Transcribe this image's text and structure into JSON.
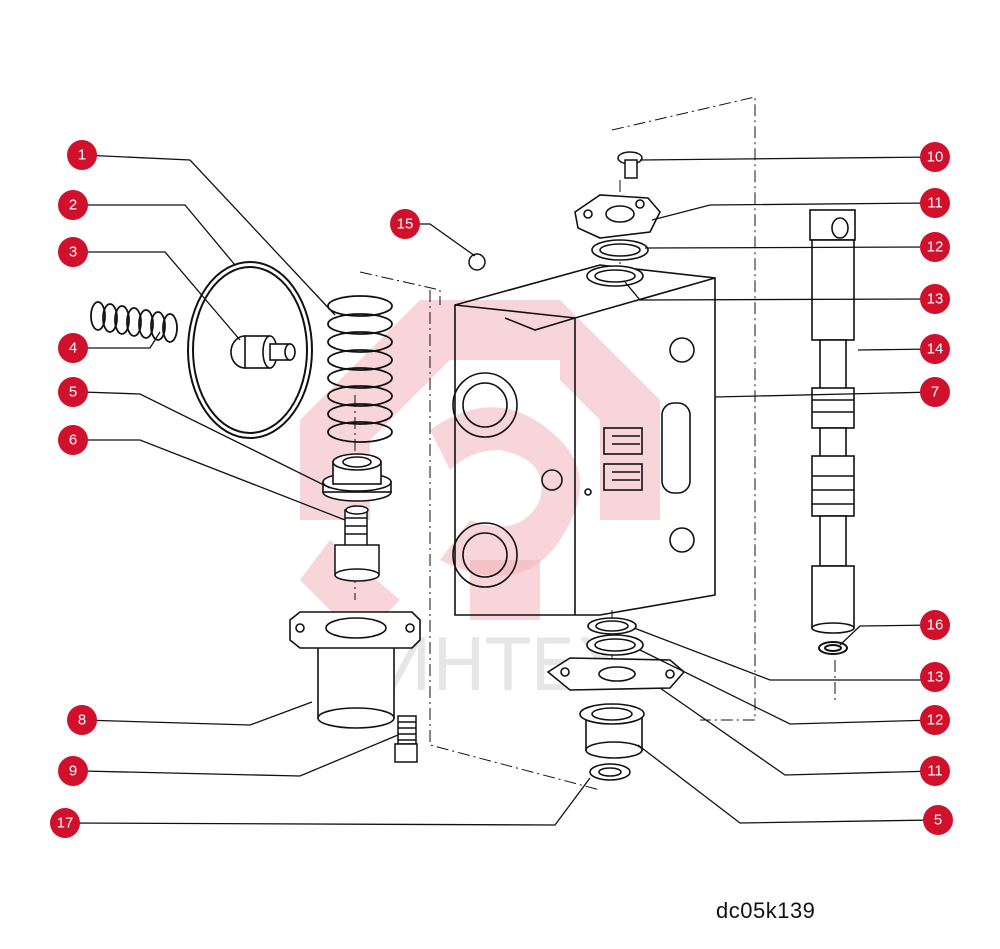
{
  "diagram": {
    "reference_code": "dc05k139",
    "watermark_text": "ИНТЕХ",
    "callouts": [
      {
        "label": "1"
      },
      {
        "label": "2"
      },
      {
        "label": "3"
      },
      {
        "label": "4"
      },
      {
        "label": "5"
      },
      {
        "label": "6"
      },
      {
        "label": "8"
      },
      {
        "label": "9"
      },
      {
        "label": "17"
      },
      {
        "label": "15"
      },
      {
        "label": "10"
      },
      {
        "label": "11"
      },
      {
        "label": "12"
      },
      {
        "label": "13"
      },
      {
        "label": "14"
      },
      {
        "label": "7"
      },
      {
        "label": "16"
      },
      {
        "label": "13"
      },
      {
        "label": "12"
      },
      {
        "label": "11"
      },
      {
        "label": "5"
      }
    ]
  },
  "colors": {
    "callout_fill": "#d1102c",
    "line": "#111111",
    "watermark": "#f2b3b8"
  }
}
